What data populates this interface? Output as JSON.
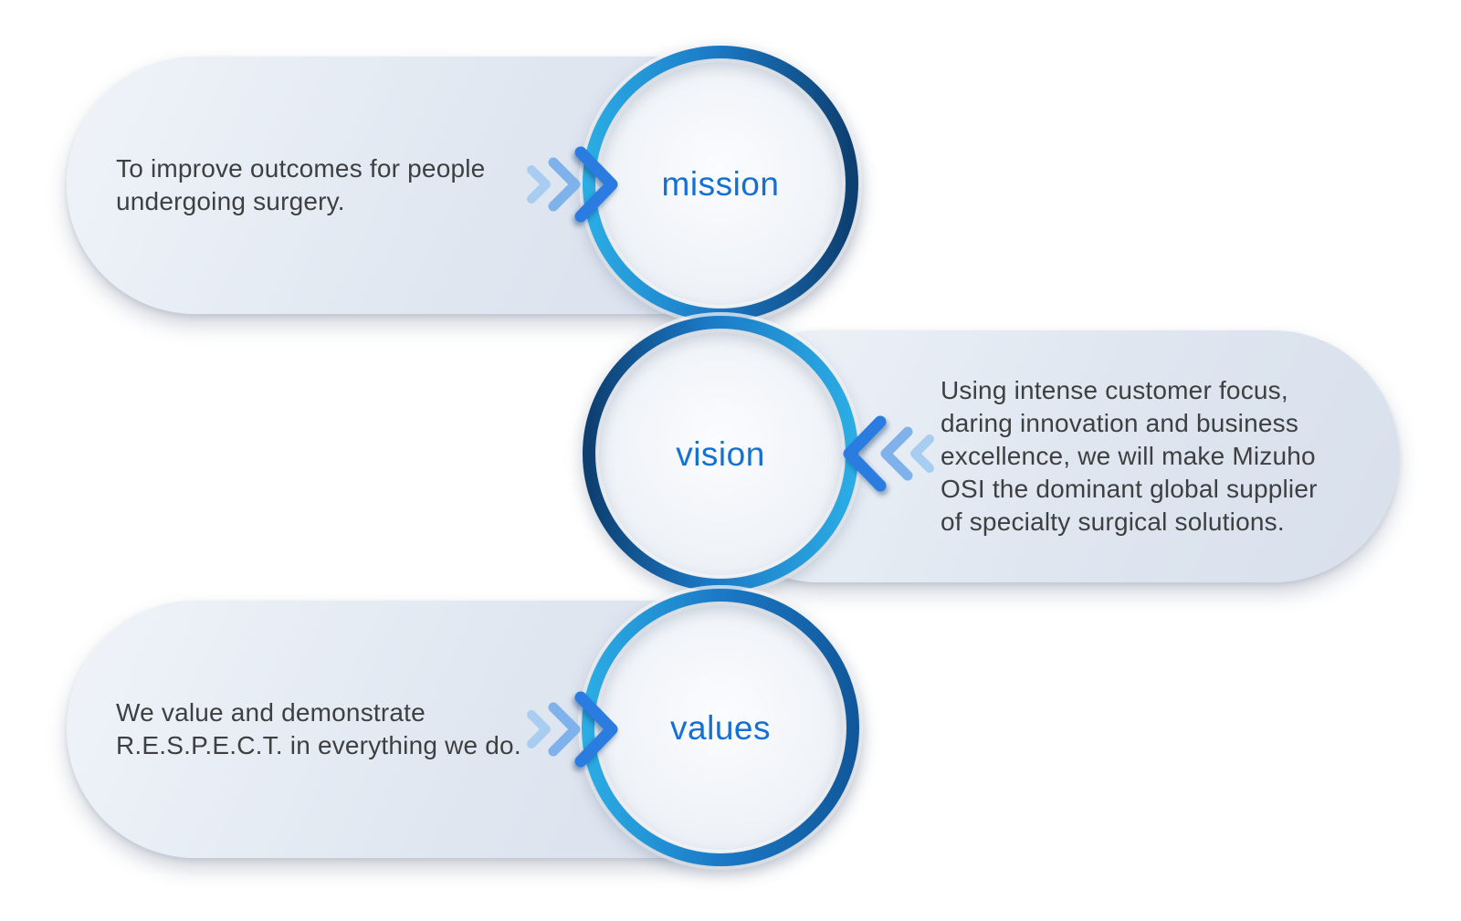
{
  "diagram": {
    "sections": [
      {
        "id": "mission",
        "label": "mission",
        "description": "To improve outcomes for people\nundergoing surgery.",
        "pill_side": "left",
        "chevron_direction": "right"
      },
      {
        "id": "vision",
        "label": "vision",
        "description": "Using intense customer focus,\ndaring innovation and business\nexcellence, we will make Mizuho\nOSI the dominant global supplier\nof specialty surgical solutions.",
        "pill_side": "right",
        "chevron_direction": "left"
      },
      {
        "id": "values",
        "label": "values",
        "description": "We value and demonstrate\nR.E.S.P.E.C.T. in everything we do.",
        "pill_side": "left",
        "chevron_direction": "right"
      }
    ]
  },
  "palette": {
    "cyan": "#2BACE4",
    "blue": "#1B79C6",
    "navy": "#0D3F70",
    "blue_deep": "#11589B",
    "label_blue": "#1470D2",
    "body_text": "#3E3F41",
    "pill_from": "#F0F4F9",
    "pill_mid": "#DFE6F0",
    "pill_to": "#D8E0EC",
    "circle_center": "#FBFCFE",
    "circle_edge": "#EAEFF5",
    "chevron_light": "#A9CDF1",
    "chevron_medium": "#7FB2EA",
    "chevron_bright": "#2A7CE1"
  }
}
